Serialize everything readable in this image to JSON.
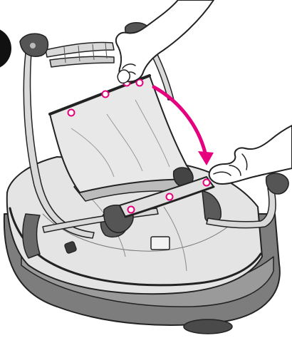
{
  "illustration": {
    "kind": "assembly-instruction-drawing",
    "step_marker": "partial-circle-step-badge",
    "palette": {
      "outline": "#222222",
      "fabric_light": "#e8e8e8",
      "fabric_mid": "#c9c9c9",
      "fabric_dark": "#8a8a8a",
      "frame_metal": "#d6d6d6",
      "plastic_dark": "#555555",
      "skin": "#ffffff",
      "accent_magenta": "#e6007e"
    },
    "icons": [
      "hand-icon",
      "snap-button-icon",
      "curved-arrow-icon",
      "frame-tube-icon",
      "canopy-fabric-icon"
    ],
    "snap_count": 7,
    "arrow_direction": "clockwise-down-right"
  }
}
